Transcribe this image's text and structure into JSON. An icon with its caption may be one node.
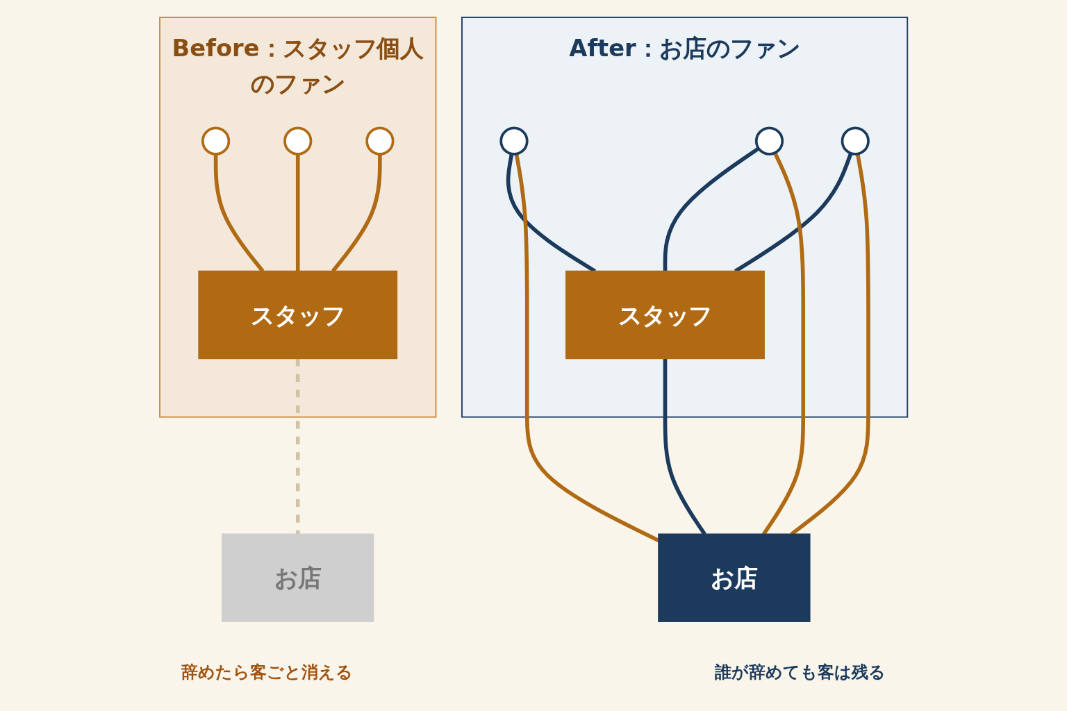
{
  "diagram": {
    "nodes": [
      {
        "text": [
          "Before：スタッフ個人のファン"
        ]
      },
      {
        "text": [],
        "shape": "circle",
        "in": 0
      },
      {
        "text": [],
        "shape": "circle",
        "in": 0
      },
      {
        "text": [],
        "shape": "circle",
        "in": 0
      },
      {
        "text": [
          "スタッフ"
        ],
        "in": 0
      },
      {
        "text": [
          "お店"
        ]
      },
      {
        "text": [
          "After：お店のファン"
        ]
      },
      {
        "text": [],
        "shape": "circle",
        "in": 6
      },
      {
        "text": [],
        "shape": "circle",
        "in": 6
      },
      {
        "text": [],
        "shape": "circle",
        "in": 6
      },
      {
        "text": [
          "スタッフ"
        ],
        "in": 6
      },
      {
        "text": [
          "お店"
        ]
      }
    ],
    "edges": [
      {
        "from": 1,
        "to": 4,
        "arrow": "none"
      },
      {
        "from": 2,
        "to": 4,
        "arrow": "none"
      },
      {
        "from": 3,
        "to": 4,
        "arrow": "none"
      },
      {
        "from": 4,
        "to": 5,
        "arrow": "none",
        "style": "dashed",
        "color": "#d2c3a8"
      },
      {
        "from": 7,
        "to": 10,
        "arrow": "none",
        "color": "#1b3a5c"
      },
      {
        "from": 8,
        "to": 10,
        "arrow": "none",
        "color": "#1b3a5c"
      },
      {
        "from": 9,
        "to": 10,
        "arrow": "none",
        "color": "#1b3a5c"
      },
      {
        "from": 7,
        "to": 11,
        "arrow": "none"
      },
      {
        "from": 8,
        "to": 11,
        "arrow": "none"
      },
      {
        "from": 9,
        "to": 11,
        "arrow": "none"
      },
      {
        "from": 10,
        "to": 11,
        "arrow": "none",
        "color": "#1b3a5c"
      }
    ],
    "labels": [
      "辞めたら客ごと消える",
      "誰が辞めても客は残る"
    ]
  }
}
